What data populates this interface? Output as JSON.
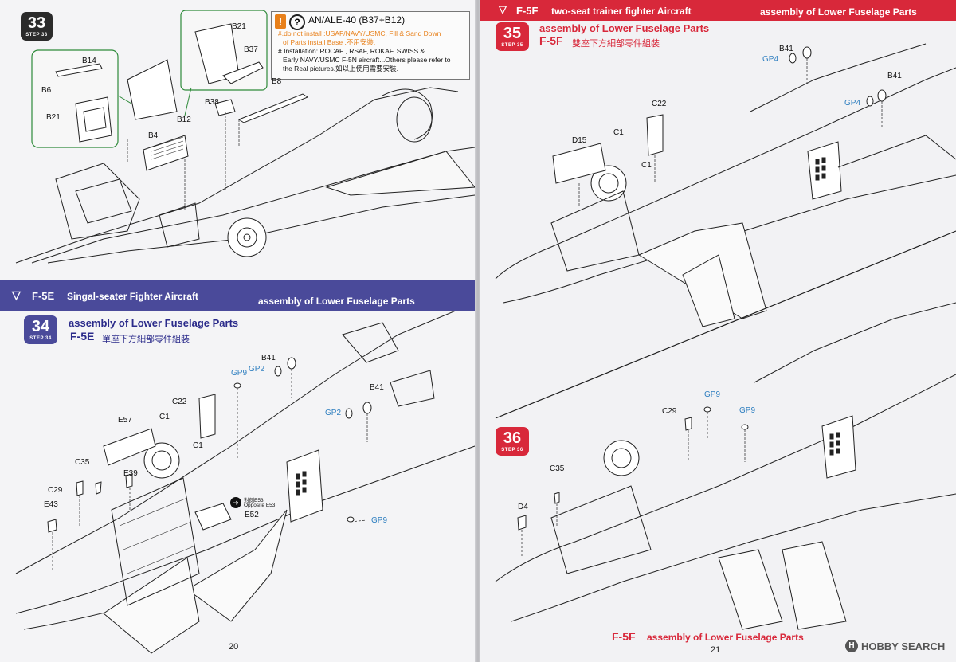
{
  "left": {
    "step33": {
      "number": "33",
      "sub": "STEP 33"
    },
    "note": {
      "title": "AN/ALE-40 (B37+B12)",
      "lines": [
        "#.do not install :USAF/NAVY/USMC, Fill & Sand Down",
        "of Parts install Base .不用安裝.",
        "#.Installation: ROCAF , RSAF, ROKAF, SWISS  &",
        "Early NAVY/USMC F-5N aircraft...Others please refer to",
        "the Real pictures.如以上使用需要安裝."
      ]
    },
    "step33_labels": [
      "B14",
      "B6",
      "B21",
      "B21",
      "B37",
      "B8",
      "B38",
      "B12",
      "B4"
    ],
    "banner": {
      "model": "F-5E",
      "desc": "Singal-seater Fighter Aircraft",
      "right": "assembly of Lower Fuselage Parts"
    },
    "step34": {
      "number": "34",
      "sub": "STEP 34",
      "title": "assembly of Lower Fuselage Parts",
      "model": "F-5E",
      "chinese": "單座下方細部零件組裝"
    },
    "step34_labels": [
      "B41",
      "GP9",
      "GP2",
      "B41",
      "GP2",
      "C22",
      "C1",
      "C1",
      "E57",
      "C35",
      "E39",
      "C29",
      "E43",
      "E52",
      "GP9"
    ],
    "opposite_note": {
      "cn": "對側E53",
      "en": "Opposite E53"
    },
    "page_number": "20"
  },
  "right": {
    "banner": {
      "model": "F-5F",
      "desc": "two-seat trainer fighter Aircraft",
      "right": "assembly of Lower Fuselage Parts"
    },
    "step35": {
      "number": "35",
      "sub": "STEP 35",
      "title": "assembly of Lower Fuselage Parts",
      "model": "F-5F",
      "chinese": "雙座下方細部零件組裝"
    },
    "step35_labels": [
      "B41",
      "GP4",
      "B41",
      "GP4",
      "C22",
      "D15",
      "C1",
      "C1"
    ],
    "step36": {
      "number": "36",
      "sub": "STEP 36"
    },
    "step36_labels": [
      "GP9",
      "C29",
      "GP9",
      "C35",
      "D4"
    ],
    "footer": {
      "model": "F-5F",
      "title": "assembly of Lower Fuselage Parts"
    },
    "page_number": "21"
  },
  "watermark": "HOBBY SEARCH",
  "colors": {
    "step_dark": "#2b2b2b",
    "step_red": "#d8283a",
    "banner_blue": "#4a4a9a",
    "banner_red": "#d8283a",
    "title_blue": "#2a2a8a",
    "warn_orange": "#e8801a",
    "gp_blue": "#2f7fc0"
  }
}
